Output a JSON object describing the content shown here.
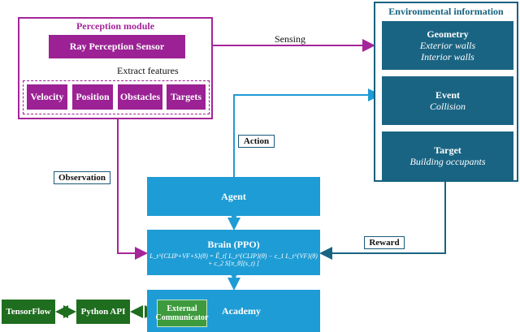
{
  "perception": {
    "title": "Perception module",
    "sensor": "Ray Perception Sensor",
    "extract_label": "Extract features",
    "features": [
      "Velocity",
      "Position",
      "Obstacles",
      "Targets"
    ]
  },
  "environment": {
    "title": "Environmental information",
    "geometry": {
      "title": "Geometry",
      "line1": "Exterior walls",
      "line2": "Interior walls"
    },
    "event": {
      "title": "Event",
      "line1": "Collision"
    },
    "target": {
      "title": "Target",
      "line1": "Building occupants"
    }
  },
  "labels": {
    "sensing": "Sensing",
    "action": "Action",
    "observation": "Observation",
    "reward": "Reward"
  },
  "agent": {
    "label": "Agent"
  },
  "brain": {
    "title": "Brain (PPO)",
    "equation": "L_t^{CLIP+VF+S}(θ) = Ê_t[ L_t^{CLIP}(θ) − c_1 L_t^{VF}(θ) + c_2 S[π_θ](s_t) ]"
  },
  "academy": {
    "label": "Academy",
    "external_line1": "External",
    "external_line2": "Communicator"
  },
  "tensorflow": {
    "label": "TensorFlow"
  },
  "python_api": {
    "label": "Python API"
  },
  "colors": {
    "perception": "#9b2194",
    "environment": "#1a6483",
    "agent": "#1e9cd5",
    "tensorflow": "#1f6d1f",
    "external": "#3d9a3d"
  }
}
